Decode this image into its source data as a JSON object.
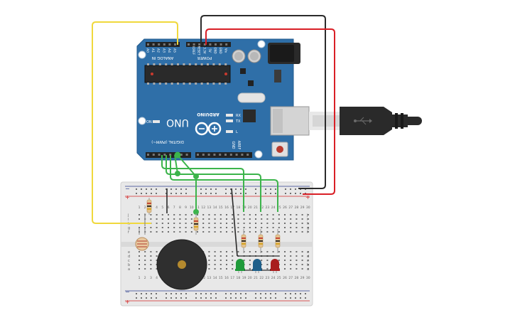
{
  "colors": {
    "board": "#2f6fa8",
    "board_edge": "#225a8c",
    "breadboard": "#e6e6e6",
    "rail_red": "#d42a2a",
    "rail_blue": "#2d3f8c",
    "wire_yellow": "#f0d83c",
    "wire_green": "#3cb44b",
    "wire_red": "#d91f26",
    "wire_black": "#2b2b2b",
    "usb_cable": "#2a2a2a",
    "led_green": "#1f9a3a",
    "led_blue": "#1e5f8a",
    "led_red": "#a81d1d",
    "buzzer": "#2f2f2f"
  },
  "arduino": {
    "brand": "ARDUINO",
    "model": "UNO",
    "header_analog": "ANALOG IN",
    "header_power": "POWER",
    "header_digital": "DIGITAL (PWM~)",
    "label_on": "ON",
    "label_tx": "TX",
    "label_rx": "RX",
    "label_l": "L",
    "label_aref": "AREF",
    "label_gnd": "GND",
    "analog_pins": [
      "A0",
      "A1",
      "A2",
      "A3",
      "A4",
      "A5"
    ],
    "power_pins": [
      "IOREF",
      "RESET",
      "3.3V",
      "5V",
      "GND",
      "GND",
      "Vin"
    ]
  },
  "breadboard": {
    "rail_minus": "−",
    "rail_plus": "+",
    "row_letters_top": [
      "j",
      "i",
      "h",
      "g",
      "f"
    ],
    "row_letters_bottom": [
      "e",
      "d",
      "c",
      "b",
      "a"
    ],
    "column_numbers": [
      "1",
      "2",
      "3",
      "4",
      "5",
      "6",
      "7",
      "8",
      "9",
      "10",
      "11",
      "12",
      "13",
      "14",
      "15",
      "16",
      "17",
      "18",
      "19",
      "20",
      "21",
      "22",
      "23",
      "24",
      "25",
      "26",
      "27",
      "28",
      "29",
      "30"
    ]
  },
  "components": {
    "leds": [
      {
        "name": "led-green",
        "color": "#1f9a3a"
      },
      {
        "name": "led-blue",
        "color": "#1e5f8a"
      },
      {
        "name": "led-red",
        "color": "#a81d1d"
      }
    ],
    "icons": [
      "usb-plug-icon",
      "infinity-logo-icon",
      "photoresistor-icon",
      "buzzer-icon"
    ]
  }
}
